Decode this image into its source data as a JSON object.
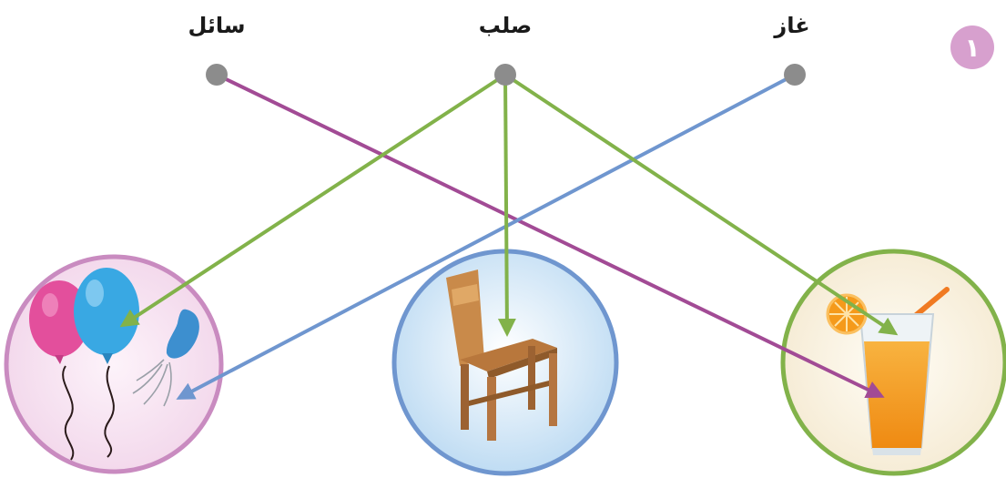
{
  "exercise": {
    "number": "١",
    "badge_color": "#d7a0ce"
  },
  "states": [
    {
      "id": "liquid",
      "label": "سائل"
    },
    {
      "id": "solid",
      "label": "صلب"
    },
    {
      "id": "gas",
      "label": "غاز"
    }
  ],
  "pictures": [
    {
      "id": "balloons",
      "icon": "balloons-icon",
      "ring_color": "#c98bc0",
      "bg": "#f8e6f3"
    },
    {
      "id": "chair",
      "icon": "chair-icon",
      "ring_color": "#6f96cf",
      "bg": "#dcecf8"
    },
    {
      "id": "juice",
      "icon": "juice-glass-icon",
      "ring_color": "#82b24a",
      "bg": "#faf4e6"
    }
  ],
  "connections": [
    {
      "from": "liquid",
      "to": "juice",
      "color": "#a24b95"
    },
    {
      "from": "gas",
      "to": "balloons",
      "color": "#6f96cf"
    },
    {
      "from": "solid",
      "to": "balloons",
      "color": "#82b24a"
    },
    {
      "from": "solid",
      "to": "chair",
      "color": "#82b24a"
    },
    {
      "from": "solid",
      "to": "juice",
      "color": "#82b24a"
    }
  ],
  "dot_color": "#8c8c8c"
}
